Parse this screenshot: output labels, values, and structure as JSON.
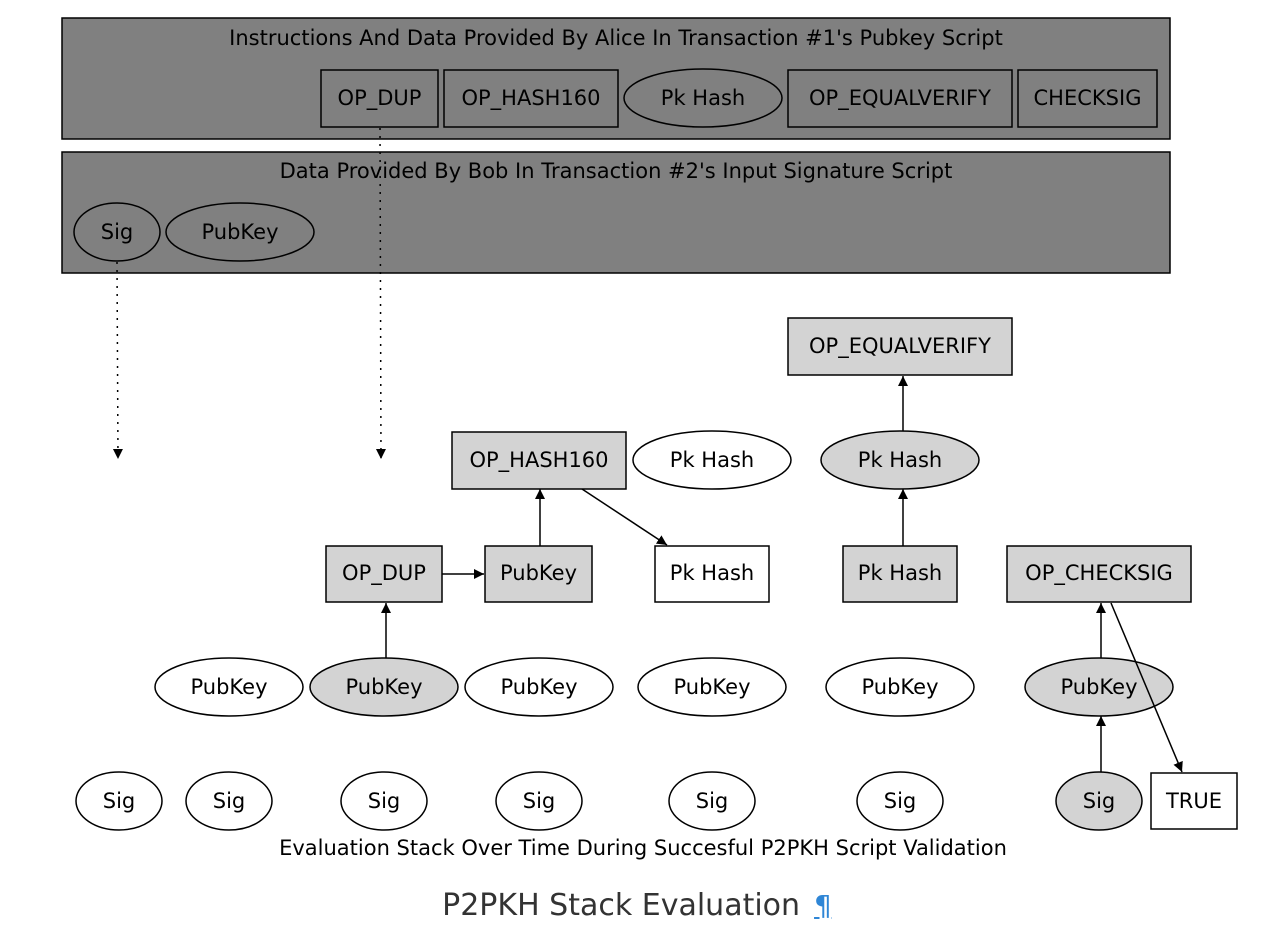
{
  "diagram": {
    "alice_cluster": {
      "label": "Instructions And Data Provided By Alice In Transaction #1's Pubkey Script",
      "items": [
        "OP_DUP",
        "OP_HASH160",
        "Pk Hash",
        "OP_EQUALVERIFY",
        "CHECKSIG"
      ]
    },
    "bob_cluster": {
      "label": "Data Provided By Bob In Transaction #2's Input Signature Script",
      "items": [
        "Sig",
        "PubKey"
      ]
    },
    "stack": {
      "label": "Evaluation Stack Over Time During Succesful P2PKH Script Validation",
      "columns": [
        {
          "items": [
            "Sig"
          ]
        },
        {
          "items": [
            "Sig",
            "PubKey"
          ]
        },
        {
          "items": [
            "Sig",
            "PubKey",
            "OP_DUP"
          ]
        },
        {
          "items": [
            "Sig",
            "PubKey",
            "PubKey",
            "OP_HASH160"
          ]
        },
        {
          "items": [
            "Sig",
            "PubKey",
            "Pk Hash",
            "Pk Hash"
          ]
        },
        {
          "items": [
            "Sig",
            "PubKey",
            "Pk Hash",
            "Pk Hash",
            "OP_EQUALVERIFY"
          ]
        },
        {
          "items": [
            "Sig",
            "PubKey",
            "OP_CHECKSIG",
            "TRUE"
          ]
        }
      ]
    },
    "colors": {
      "cluster_fill": "#808080",
      "active_fill": "#d3d3d3",
      "plain_fill": "#ffffff",
      "stroke": "#000000"
    }
  },
  "caption": {
    "title": "P2PKH Stack Evaluation",
    "anchor": "¶"
  }
}
